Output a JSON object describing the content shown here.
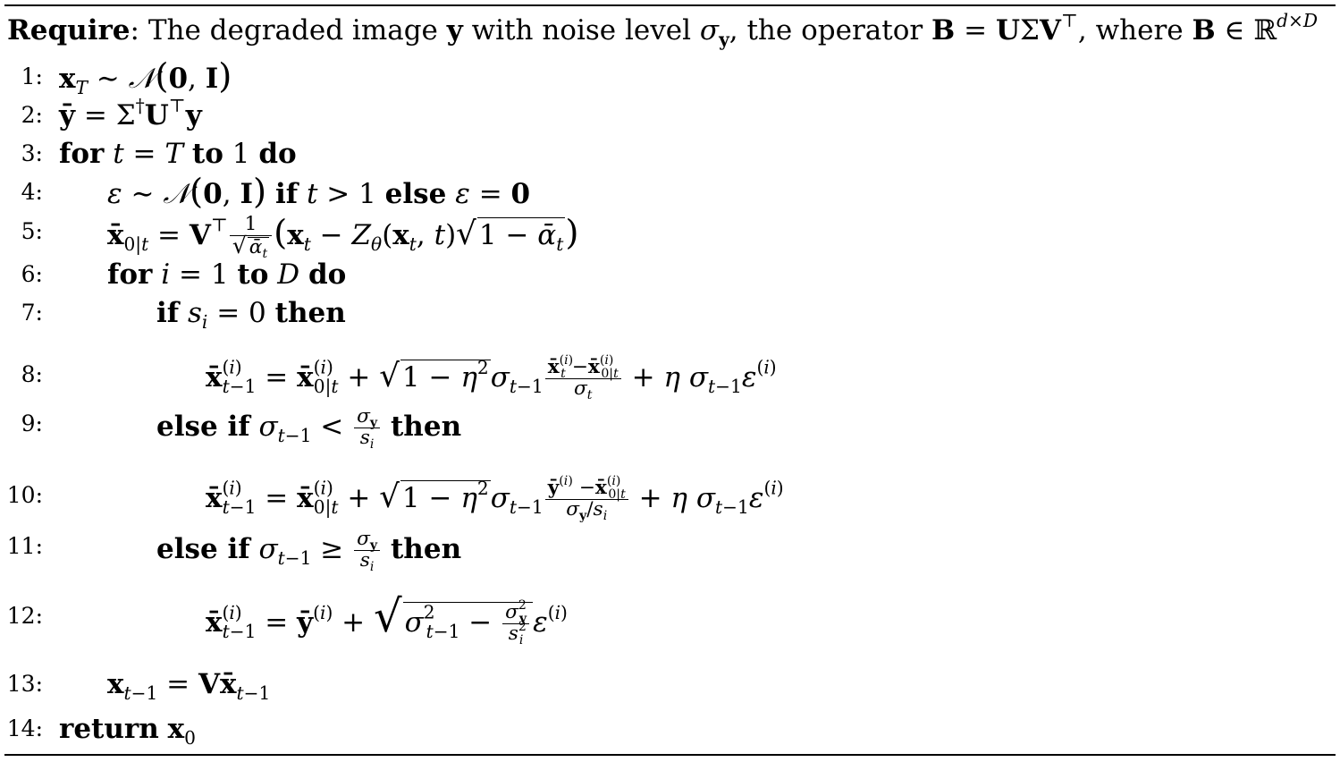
{
  "algorithm": {
    "require_label": "Require",
    "require_text": "The degraded image y with noise level σ_y, the operator B = UΣV^⊤, where B ∈ ℝ^{d×D}",
    "lines": [
      {
        "num": "1:",
        "text": "x_T ∼ 𝒩(0, I)"
      },
      {
        "num": "2:",
        "text": "ȳ = Σ^† U^⊤ y"
      },
      {
        "num": "3:",
        "text": "for t = T to 1 do"
      },
      {
        "num": "4:",
        "text": "ε ∼ 𝒩(0, I) if t > 1 else ε = 0"
      },
      {
        "num": "5:",
        "text": "x̄_{0|t} = V^⊤ (1/√ᾱ_t)(x_t − Z_θ(x_t, t)√(1 − ᾱ_t))"
      },
      {
        "num": "6:",
        "text": "for i = 1 to D do"
      },
      {
        "num": "7:",
        "text": "if s_i = 0 then"
      },
      {
        "num": "8:",
        "text": "x̄_{t−1}^{(i)} = x̄_{0|t}^{(i)} + √(1 − η²) σ_{t−1} (x̄_t^{(i)} − x̄_{0|t}^{(i)})/σ_t + η σ_{t−1} ε^{(i)}"
      },
      {
        "num": "9:",
        "text": "else if σ_{t−1} < σ_y/s_i then"
      },
      {
        "num": "10:",
        "text": "x̄_{t−1}^{(i)} = x̄_{0|t}^{(i)} + √(1 − η²) σ_{t−1} (ȳ^{(i)} − x̄_{0|t}^{(i)})/(σ_y/s_i) + η σ_{t−1} ε^{(i)}"
      },
      {
        "num": "11:",
        "text": "else if σ_{t−1} ≥ σ_y/s_i then"
      },
      {
        "num": "12:",
        "text": "x̄_{t−1}^{(i)} = ȳ^{(i)} + √(σ_{t−1}² − σ_y²/s_i²) ε^{(i)}"
      },
      {
        "num": "13:",
        "text": "x_{t−1} = V x̄_{t−1}"
      },
      {
        "num": "14:",
        "text": "return x_0"
      }
    ]
  }
}
